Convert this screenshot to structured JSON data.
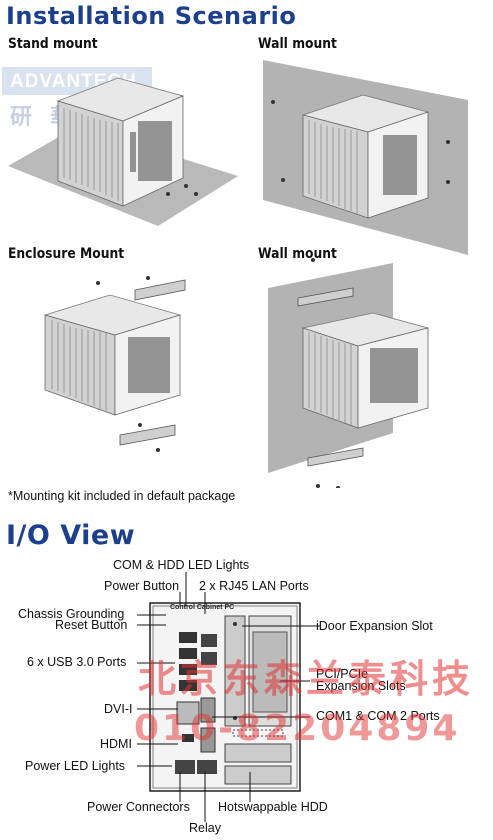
{
  "installation": {
    "title": "Installation Scenario",
    "panels": [
      {
        "label": "Stand mount"
      },
      {
        "label": "Wall mount"
      },
      {
        "label": "Enclosure Mount"
      },
      {
        "label": "Wall mount"
      }
    ],
    "note": "*Mounting kit included in default package"
  },
  "watermark": {
    "logo_text": "ADVANTECH",
    "logo_cn": "研華",
    "company_cn": "北京东森兰泰科技",
    "phone": "010-82204894"
  },
  "io": {
    "title": "I/O View",
    "labels": {
      "com_hdd_led": "COM & HDD LED Lights",
      "power_button": "Power Button",
      "rj45": "2 x RJ45 LAN Ports",
      "chassis_ground": "Chassis Grounding",
      "reset": "Reset Button",
      "idoor": "iDoor Expansion Slot",
      "usb": "6 x USB 3.0 Ports",
      "pci": "PCI/PCIe",
      "pci2": "Expansion Slots",
      "dvi": "DVI-I",
      "com": "COM1 & COM 2 Ports",
      "hdmi": "HDMI",
      "power_led": "Power LED Lights",
      "power_conn": "Power Connectors",
      "hdd": "Hotswappable HDD",
      "relay": "Relay"
    },
    "device_label": "Control Cabinet PC"
  }
}
